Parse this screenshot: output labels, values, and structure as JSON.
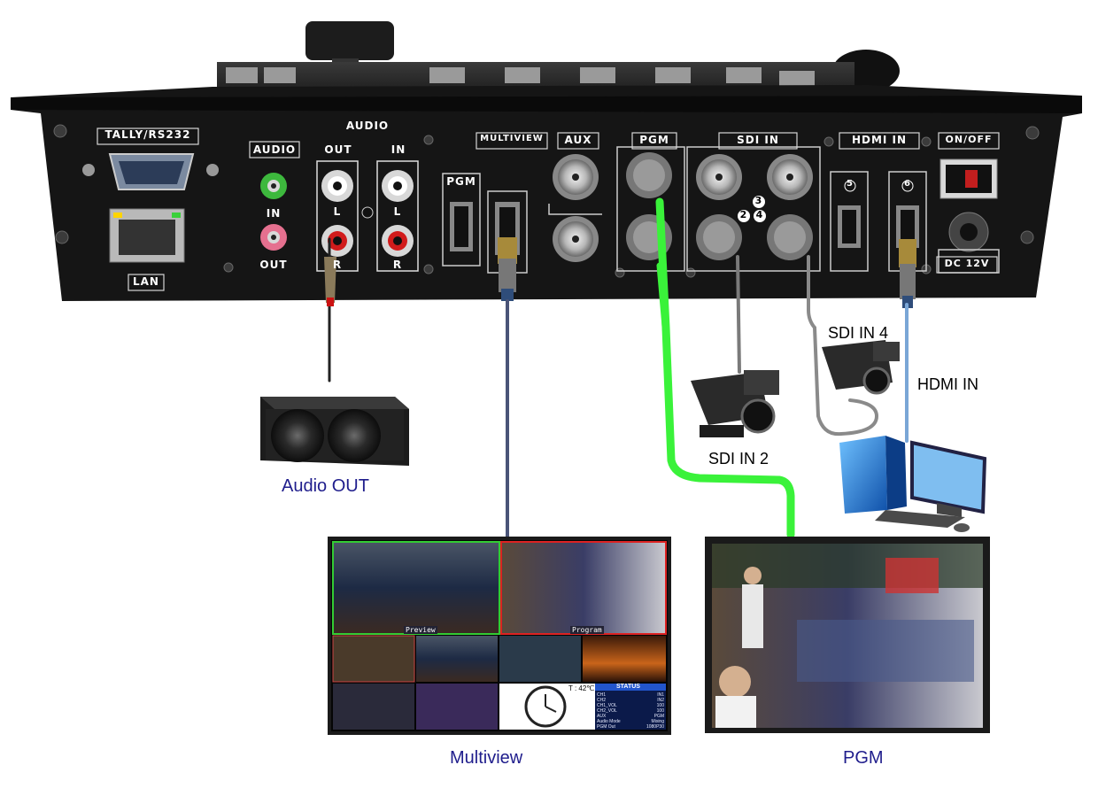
{
  "panel": {
    "tally": "TALLY/RS232",
    "lan": "LAN",
    "audio_group": "AUDIO",
    "audio_mic": "AUDIO",
    "mic_in": "IN",
    "mic_out": "OUT",
    "rca_out": "OUT",
    "rca_in": "IN",
    "ch_l1": "L",
    "ch_l2": "L",
    "ch_r1": "R",
    "ch_r2": "R",
    "pgm_hdmi": "PGM",
    "multiview": "MULTIVIEW",
    "aux": "AUX",
    "pgm_sdi": "PGM",
    "sdi_in": "SDI  IN",
    "num3": "3",
    "num2": "2",
    "num4": "4",
    "hdmi_in": "HDMI  IN",
    "num5": "5",
    "num6": "6",
    "onoff": "ON/OFF",
    "dc": "DC 12V"
  },
  "callouts": {
    "sdi_in_4": "SDI IN 4",
    "hdmi_in": "HDMI IN",
    "sdi_in_2": "SDI IN 2",
    "audio_out": "Audio OUT",
    "multiview": "Multiview",
    "pgm": "PGM"
  },
  "screen": {
    "preview": "Preview",
    "program": "Program",
    "temp": "T : 42℃",
    "status_title": "STATUS",
    "status_rows": [
      {
        "k": "CH1",
        "v": "IN1"
      },
      {
        "k": "CH2",
        "v": "IN2"
      },
      {
        "k": "CH1_VOL",
        "v": "100"
      },
      {
        "k": "CH2_VOL",
        "v": "100"
      },
      {
        "k": "AUX",
        "v": "PGM"
      },
      {
        "k": "Audio Mode",
        "v": "Mixing"
      },
      {
        "k": "PGM Out",
        "v": "1080P30"
      }
    ]
  },
  "colors": {
    "cable_green": "#33ee33",
    "caption_blue": "#1f1d8c",
    "panel_black": "#141414"
  }
}
